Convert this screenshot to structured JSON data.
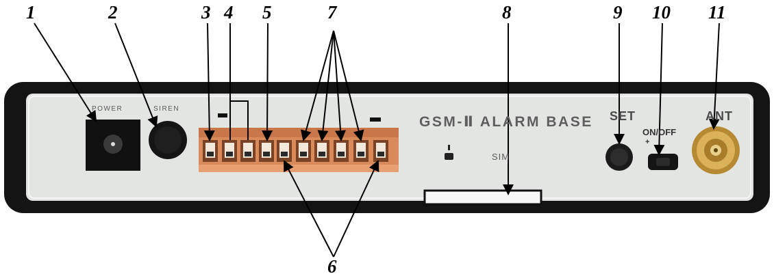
{
  "callouts": [
    "1",
    "2",
    "3",
    "4",
    "5",
    "6",
    "7",
    "8",
    "9",
    "10",
    "11"
  ],
  "panel": {
    "power": "POWER",
    "siren": "SIREN",
    "model": "GSM-Ⅱ ALARM BASE",
    "sim": "SIM",
    "set": "SET",
    "on_off": "ON/OFF",
    "plus": "+",
    "ant": "ANT"
  },
  "colors": {
    "frame": "#141414",
    "panel_face": "#e3e5e3",
    "terminal_block": "#d98a5a",
    "antenna_connector": "#b58a33",
    "leader_lines": "#000000"
  }
}
